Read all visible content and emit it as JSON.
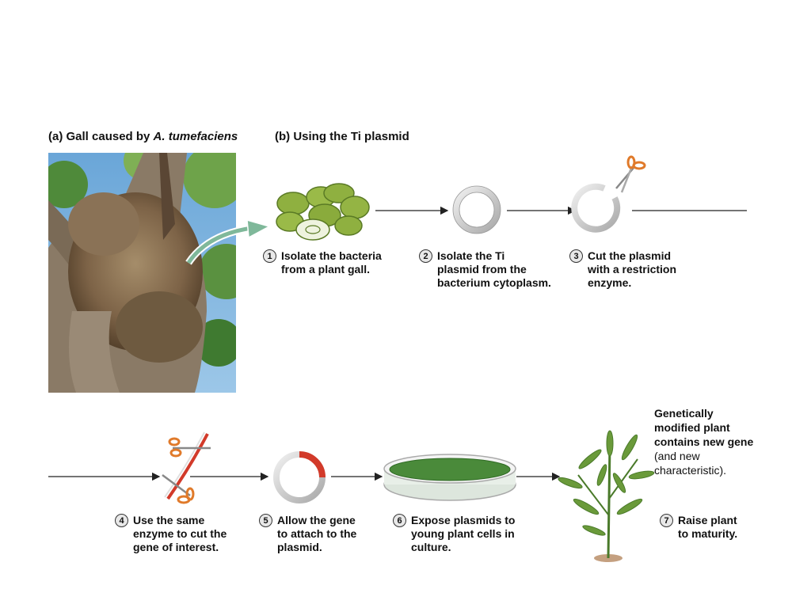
{
  "panel_a": {
    "prefix": "(a) Gall caused by ",
    "species": "A. tumefaciens"
  },
  "panel_b": {
    "title": "(b) Using the Ti plasmid"
  },
  "steps": [
    {
      "num": "1",
      "text": "Isolate the bacteria\nfrom a plant gall."
    },
    {
      "num": "2",
      "text": "Isolate the Ti\nplasmid from the\nbacterium cytoplasm."
    },
    {
      "num": "3",
      "text": "Cut the plasmid\nwith a restriction\nenzyme."
    },
    {
      "num": "4",
      "text": "Use the same\nenzyme to cut the\ngene of interest."
    },
    {
      "num": "5",
      "text": "Allow the gene\nto attach to the\nplasmid."
    },
    {
      "num": "6",
      "text": "Expose plasmids to\nyoung plant cells in\nculture."
    },
    {
      "num": "7",
      "text": "Raise plant\nto maturity."
    }
  ],
  "result": {
    "bold": "Genetically modified plant contains new gene",
    "normal": " (and new characteristic)."
  },
  "colors": {
    "plasmid": "#d8d8d8",
    "gene": "#d23a2a",
    "bacteria": "#8fb040",
    "dish": "#4a8a3a",
    "arrow": "#222222",
    "callout": "#7fb89a"
  }
}
